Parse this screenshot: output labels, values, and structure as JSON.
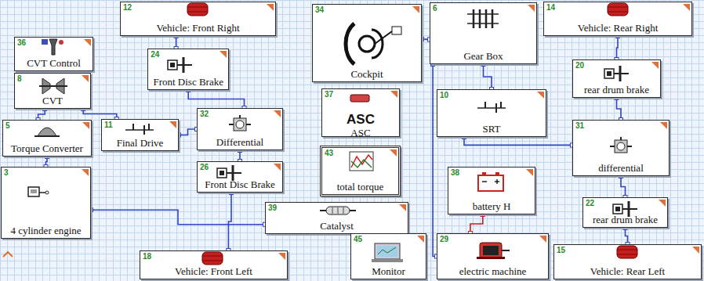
{
  "diagram": {
    "nodes": [
      {
        "text": [
          "12",
          "Vehicle: Front Right"
        ]
      },
      {
        "text": [
          "34",
          "Cockpit"
        ]
      },
      {
        "text": [
          "6",
          "Gear Box"
        ]
      },
      {
        "text": [
          "14",
          "Vehicle: Rear Right"
        ]
      },
      {
        "text": [
          "36",
          "CVT Control"
        ]
      },
      {
        "text": [
          "24",
          "Front Disc Brake"
        ]
      },
      {
        "text": [
          "8",
          "CVT"
        ]
      },
      {
        "text": [
          "20",
          "rear drum brake"
        ]
      },
      {
        "text": [
          "37",
          "ASC",
          "ASC"
        ]
      },
      {
        "text": [
          "10",
          "SRT"
        ]
      },
      {
        "text": [
          "32",
          "Differential"
        ]
      },
      {
        "text": [
          "5",
          "Torque Converter"
        ]
      },
      {
        "text": [
          "11",
          "Final Drive"
        ]
      },
      {
        "text": [
          "31",
          "differential"
        ]
      },
      {
        "text": [
          "43",
          "total torque"
        ]
      },
      {
        "text": [
          "3",
          "4 cylinder engine"
        ]
      },
      {
        "text": [
          "26",
          "Front Disc Brake"
        ]
      },
      {
        "text": [
          "38",
          "battery H"
        ]
      },
      {
        "text": [
          "22",
          "rear drum brake"
        ]
      },
      {
        "text": [
          "39",
          "Catalyst"
        ]
      },
      {
        "text": [
          "18",
          "Vehicle: Front Left"
        ]
      },
      {
        "text": [
          "45",
          "Monitor"
        ]
      },
      {
        "text": [
          "29",
          "electric machine"
        ]
      },
      {
        "text": [
          "15",
          "Vehicle: Rear Left"
        ]
      }
    ],
    "edges": [
      {
        "from": 0,
        "to": 5,
        "arrow": "none"
      },
      {
        "from": 5,
        "to": 10,
        "arrow": "none"
      },
      {
        "from": 10,
        "to": 16,
        "arrow": "none"
      },
      {
        "from": 16,
        "to": 20,
        "arrow": "none"
      },
      {
        "from": 12,
        "to": 10,
        "arrow": "none"
      },
      {
        "from": 4,
        "to": 6,
        "arrow": "none"
      },
      {
        "from": 6,
        "to": 12,
        "arrow": "none"
      },
      {
        "from": 6,
        "to": 11,
        "arrow": "none"
      },
      {
        "from": 11,
        "to": 15,
        "arrow": "none"
      },
      {
        "from": 15,
        "to": 19,
        "arrow": "none"
      },
      {
        "from": 2,
        "to": 9,
        "arrow": "none"
      },
      {
        "from": 9,
        "to": 13,
        "arrow": "none"
      },
      {
        "from": 3,
        "to": 7,
        "arrow": "none"
      },
      {
        "from": 7,
        "to": 13,
        "arrow": "none"
      },
      {
        "from": 13,
        "to": 18,
        "arrow": "none"
      },
      {
        "from": 18,
        "to": 23,
        "arrow": "none"
      },
      {
        "from": 17,
        "to": 22,
        "arrow": "none"
      },
      {
        "from": 2,
        "to": 22,
        "arrow": "none"
      },
      {
        "from": 1,
        "to": 2,
        "arrow": "none"
      }
    ]
  }
}
